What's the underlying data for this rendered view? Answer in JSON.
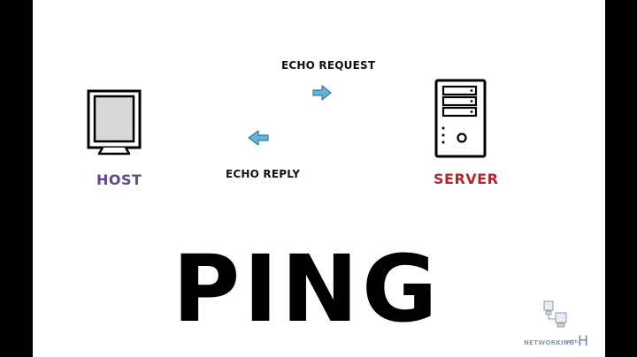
{
  "diagram": {
    "echo_request_label": "ECHO REQUEST",
    "echo_reply_label": "ECHO REPLY",
    "host_label": "HOST",
    "server_label": "SERVER",
    "title": "PING"
  },
  "branding": {
    "text": "NETWORKING",
    "small_text": "with",
    "letter": "H"
  },
  "colors": {
    "host": "#5c4a8c",
    "server": "#b3262b",
    "arrow": "#62b3d6",
    "background": "#ffffff",
    "side_bars": "#000000"
  },
  "icons": [
    "monitor-icon",
    "server-tower-icon",
    "arrow-right-icon",
    "arrow-left-icon",
    "network-computers-icon"
  ]
}
